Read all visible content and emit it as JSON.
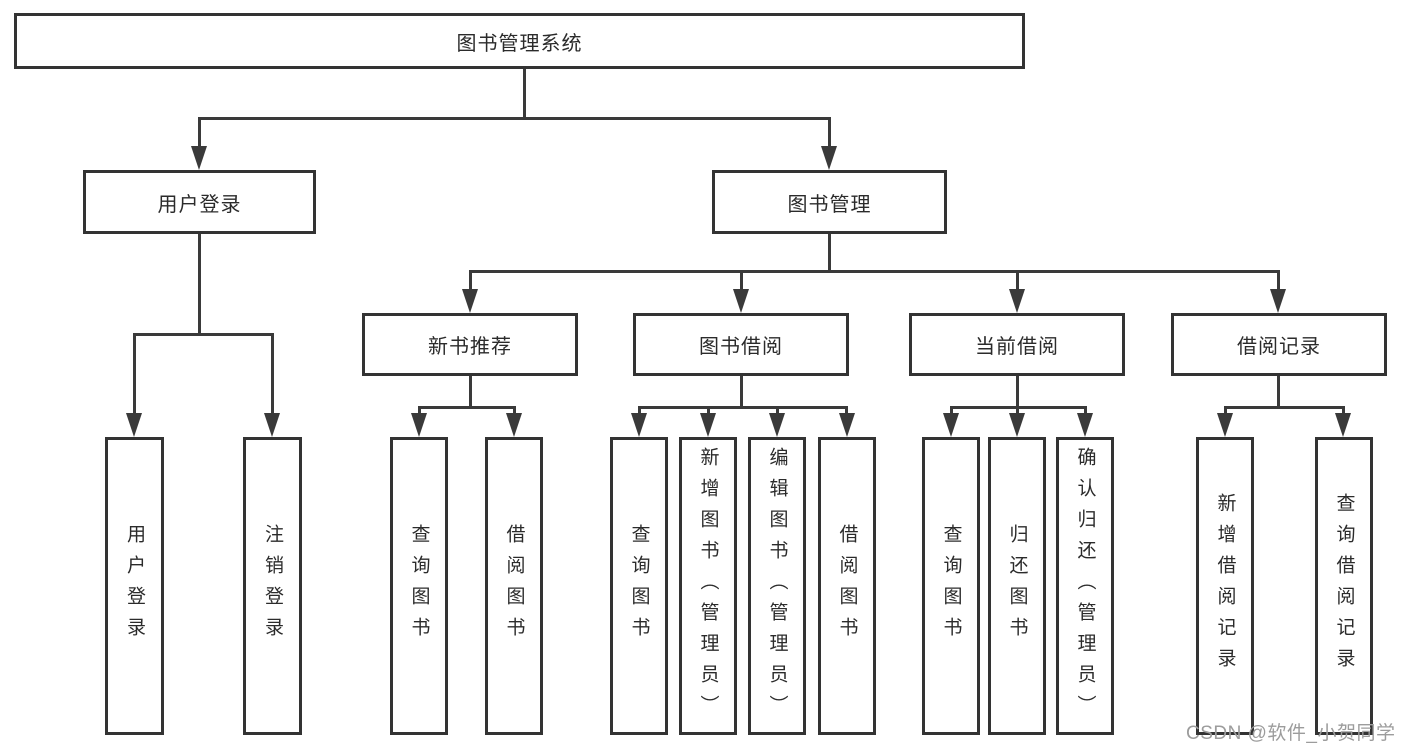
{
  "diagram": {
    "root": {
      "label": "图书管理系统"
    },
    "level2": [
      {
        "label": "用户登录"
      },
      {
        "label": "图书管理"
      }
    ],
    "level3": [
      {
        "label": "新书推荐"
      },
      {
        "label": "图书借阅"
      },
      {
        "label": "当前借阅"
      },
      {
        "label": "借阅记录"
      }
    ],
    "leaves": {
      "user_login": [
        "用户登录",
        "注销登录"
      ],
      "new_books": [
        "查询图书",
        "借阅图书"
      ],
      "borrowing": [
        "查询图书",
        "新增图书（管理员）",
        "编辑图书（管理员）",
        "借阅图书"
      ],
      "current": [
        "查询图书",
        "归还图书",
        "确认归还（管理员）"
      ],
      "records": [
        "新增借阅记录",
        "查询借阅记录"
      ]
    }
  },
  "watermark": {
    "text": "CSDN @软件_小贺同学"
  },
  "colors": {
    "line": "#3a3a3a",
    "border": "#333333",
    "text": "#2b2b2b",
    "watermark": "#9c9c9c",
    "background": "#ffffff"
  }
}
